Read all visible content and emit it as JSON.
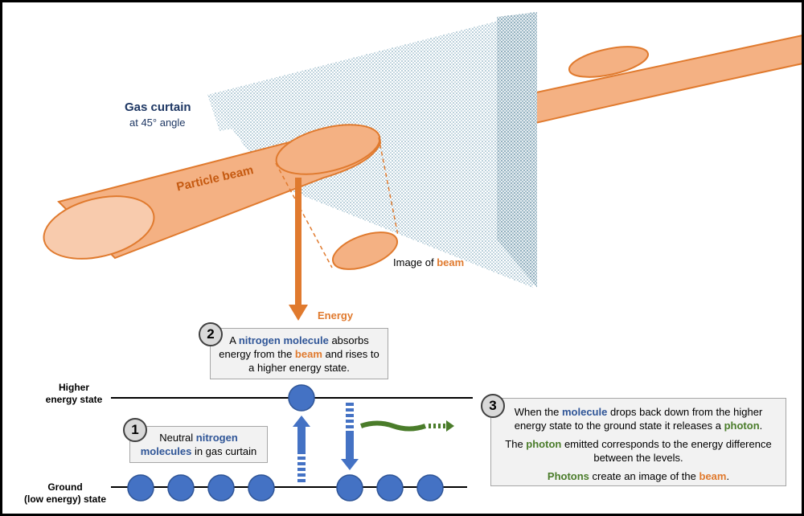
{
  "gas_curtain": {
    "title": "Gas curtain",
    "subtitle": "at 45° angle"
  },
  "beam_label": "Particle beam",
  "image_label": {
    "prefix": "Image of ",
    "highlight": "beam"
  },
  "energy_label": "Energy",
  "levels": {
    "higher": {
      "line1": "Higher",
      "line2": "energy state"
    },
    "ground": {
      "line1": "Ground",
      "line2": "(low energy) state"
    }
  },
  "steps": [
    {
      "number": "1",
      "parts": [
        {
          "text": "Neutral "
        },
        {
          "text": "nitrogen",
          "style": "blue"
        },
        {
          "text": "\n"
        },
        {
          "text": "molecules",
          "style": "blue"
        },
        {
          "text": " in gas curtain"
        }
      ]
    },
    {
      "number": "2",
      "parts": [
        {
          "text": "A "
        },
        {
          "text": "nitrogen molecule",
          "style": "blue"
        },
        {
          "text": " absorbs\nenergy from the "
        },
        {
          "text": "beam",
          "style": "orange"
        },
        {
          "text": " and rises to\na higher energy state."
        }
      ]
    },
    {
      "number": "3",
      "paragraphs": [
        [
          {
            "text": "When the "
          },
          {
            "text": "molecule",
            "style": "blue"
          },
          {
            "text": " drops back down from the higher\nenergy state to the ground state it releases a "
          },
          {
            "text": "photon",
            "style": "green"
          },
          {
            "text": "."
          }
        ],
        [
          {
            "text": "The "
          },
          {
            "text": "photon",
            "style": "green"
          },
          {
            "text": " emitted corresponds to the energy difference\nbetween the levels."
          }
        ],
        [
          {
            "text": "Photons",
            "style": "green"
          },
          {
            "text": " create an image of the "
          },
          {
            "text": "beam",
            "style": "orange"
          },
          {
            "text": "."
          }
        ]
      ]
    }
  ],
  "colors": {
    "beam_fill": "#f4b183",
    "beam_stroke": "#e07a2e",
    "molecule": "#4472c4",
    "molecule_stroke": "#2f5597",
    "photon": "#4a7c2a",
    "navy": "#1f3864"
  }
}
